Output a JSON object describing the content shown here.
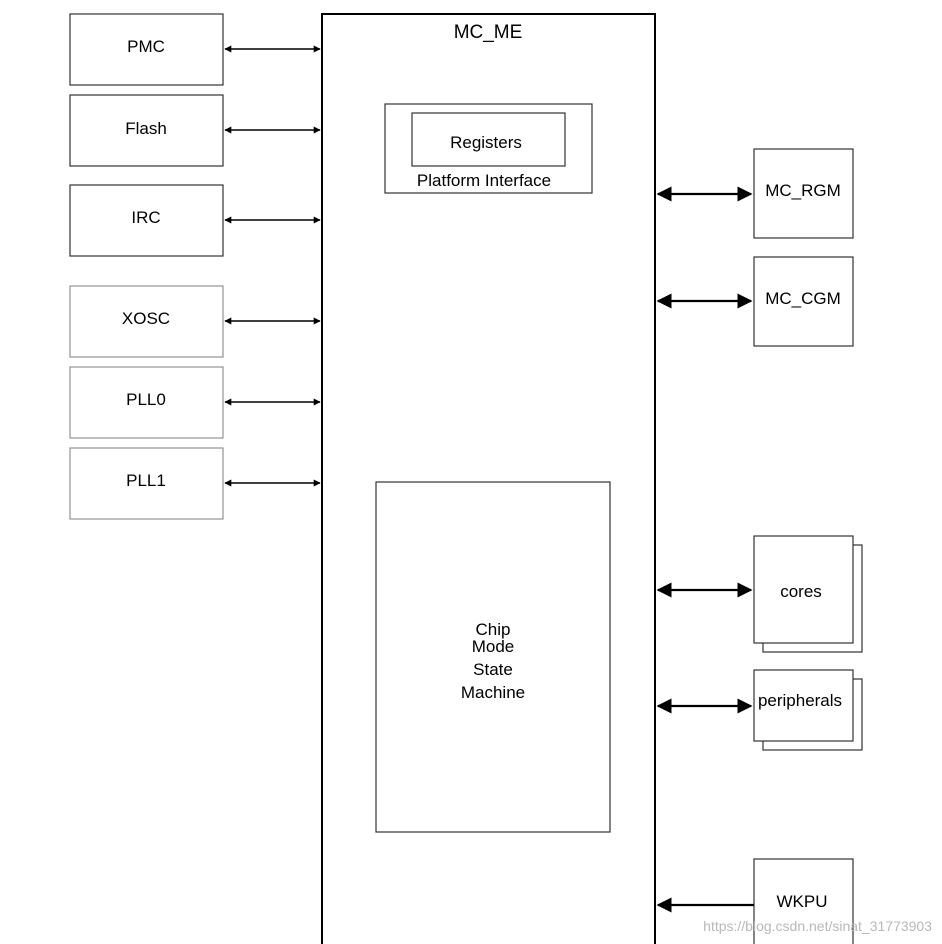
{
  "main": {
    "title": "MC_ME"
  },
  "platform": {
    "registers": "Registers",
    "label": "Platform Interface"
  },
  "state_machine": {
    "lines": [
      "Chip",
      "Mode",
      "State",
      "Machine"
    ]
  },
  "left_blocks": [
    {
      "id": "pmc",
      "label": "PMC"
    },
    {
      "id": "flash",
      "label": "Flash"
    },
    {
      "id": "irc",
      "label": "IRC"
    },
    {
      "id": "xosc",
      "label": "XOSC"
    },
    {
      "id": "pll0",
      "label": "PLL0"
    },
    {
      "id": "pll1",
      "label": "PLL1"
    }
  ],
  "right_blocks": [
    {
      "id": "mc-rgm",
      "label": "MC_RGM"
    },
    {
      "id": "mc-cgm",
      "label": "MC_CGM"
    },
    {
      "id": "cores",
      "label": "cores"
    },
    {
      "id": "peripherals",
      "label": "peripherals"
    },
    {
      "id": "wkpu",
      "label": "WKPU"
    }
  ],
  "watermark": "https://blog.csdn.net/sinat_31773903"
}
